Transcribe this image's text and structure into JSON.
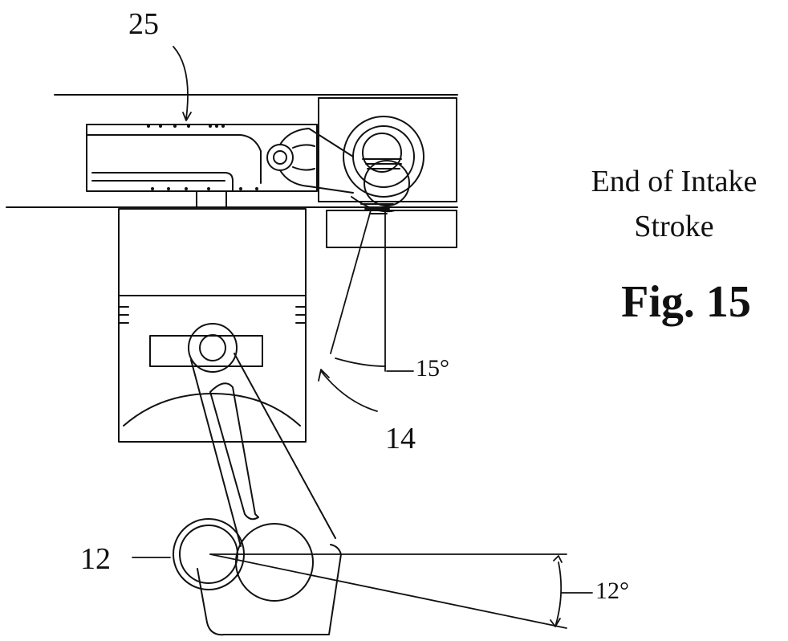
{
  "labels": {
    "ref_25": "25",
    "ref_14": "14",
    "ref_12": "12",
    "angle_15": "15°",
    "angle_12": "12°"
  },
  "caption": {
    "line1": "End of Intake",
    "line2": "Stroke"
  },
  "figure_label": "Fig. 15",
  "colors": {
    "ink": "#111111",
    "paper": "#ffffff"
  }
}
